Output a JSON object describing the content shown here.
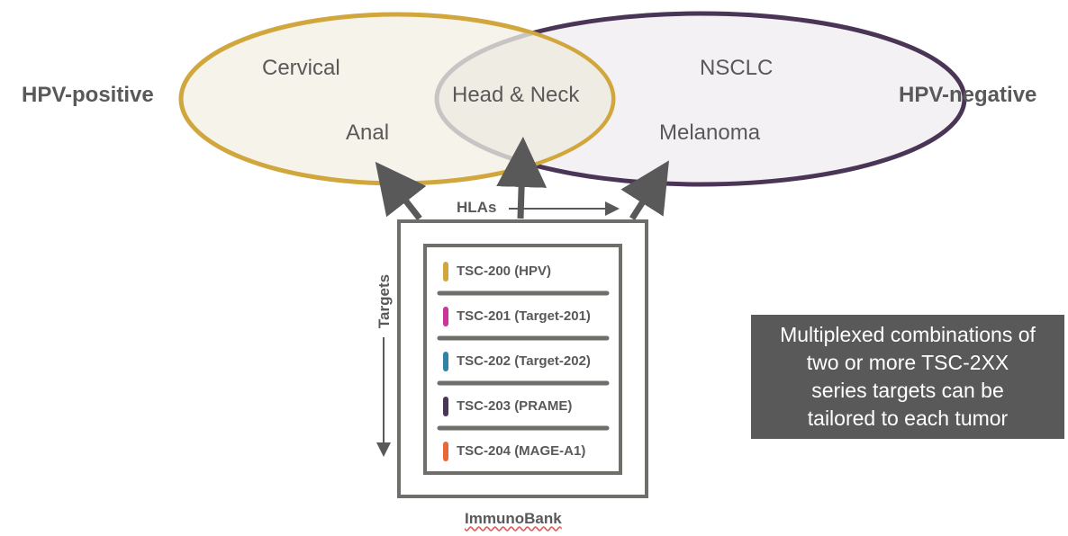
{
  "venn": {
    "left_group_label": "HPV-positive",
    "right_group_label": "HPV-negative",
    "left_only": [
      "Cervical",
      "Anal"
    ],
    "overlap": "Head & Neck",
    "right_only": [
      "NSCLC",
      "Melanoma"
    ],
    "colors": {
      "left_stroke": "#d1a63d",
      "left_fill": "#f6f3ea",
      "right_stroke": "#4a3556",
      "right_fill": "#f4f1f5",
      "overlap_stroke": "#c8c4c4"
    }
  },
  "diagram": {
    "hlas_label": "HLAs",
    "targets_label": "Targets",
    "box_label": "ImmunoBank",
    "targets": [
      {
        "label": "TSC-200 (HPV)",
        "color": "#d1a63d"
      },
      {
        "label": "TSC-201 (Target-201)",
        "color": "#c9359b"
      },
      {
        "label": "TSC-202 (Target-202)",
        "color": "#2f83a6"
      },
      {
        "label": "TSC-203 (PRAME)",
        "color": "#4a3556"
      },
      {
        "label": "TSC-204 (MAGE-A1)",
        "color": "#e8683a"
      }
    ]
  },
  "callout": {
    "text": "Multiplexed combinations of\ntwo or more TSC-2XX\nseries targets can be\ntailored to each tumor"
  }
}
